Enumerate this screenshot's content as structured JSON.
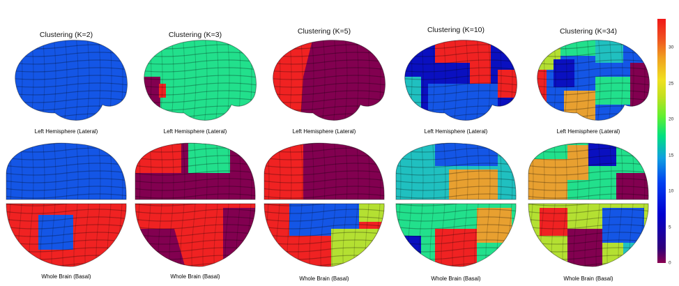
{
  "panels": [
    {
      "title": "Clustering (K=2)",
      "lateral_caption": "Left Hemisphere (Lateral)",
      "basal_caption": "Whole Brain (Basal)"
    },
    {
      "title": "Clustering (K=3)",
      "lateral_caption": "Left Hemisphere (Lateral)",
      "basal_caption": "Whole Brain (Basal)"
    },
    {
      "title": "Clustering (K=5)",
      "lateral_caption": "Left Hemisphere (Lateral)",
      "basal_caption": "Whole Brain (Basal)"
    },
    {
      "title": "Clustering (K=10)",
      "lateral_caption": "Left Hemisphere (Lateral)",
      "basal_caption": "Whole Brain (Basal)"
    },
    {
      "title": "Clustering (K=34)",
      "lateral_caption": "Left Hemisphere (Lateral)",
      "basal_caption": "Whole Brain (Basal)"
    }
  ],
  "colorbar": {
    "min": 0,
    "max": 34,
    "ticks": [
      "0",
      "5",
      "10",
      "15",
      "20",
      "25",
      "30"
    ]
  },
  "colors": {
    "blue": "#1456e6",
    "green": "#22e08c",
    "purple": "#820050",
    "red": "#f02222",
    "lime": "#b4e032",
    "orange": "#e8a030",
    "teal": "#20c0c0",
    "navy": "#0a10c0"
  }
}
